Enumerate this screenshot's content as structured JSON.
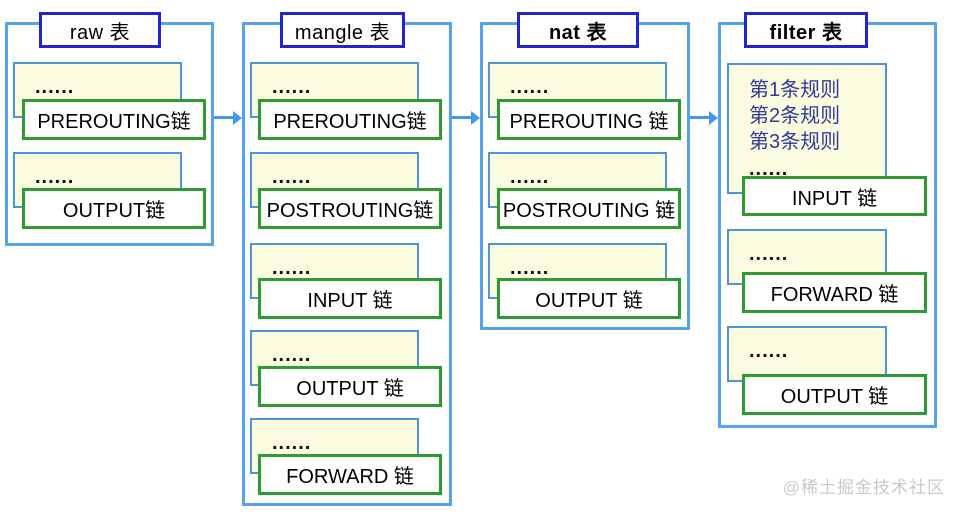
{
  "tables": [
    {
      "title": "raw 表",
      "groups": [
        {
          "dots": "......",
          "chain": "PREROUTING链"
        },
        {
          "dots": "......",
          "chain": "OUTPUT链"
        }
      ]
    },
    {
      "title": "mangle 表",
      "groups": [
        {
          "dots": "......",
          "chain": "PREROUTING链"
        },
        {
          "dots": "......",
          "chain": "POSTROUTING链"
        },
        {
          "dots": "......",
          "chain": "INPUT 链"
        },
        {
          "dots": "......",
          "chain": "OUTPUT 链"
        },
        {
          "dots": "......",
          "chain": "FORWARD 链"
        }
      ]
    },
    {
      "title": "nat 表",
      "groups": [
        {
          "dots": "......",
          "chain": "PREROUTING 链"
        },
        {
          "dots": "......",
          "chain": "POSTROUTING 链"
        },
        {
          "dots": "......",
          "chain": "OUTPUT 链"
        }
      ]
    },
    {
      "title": "filter 表",
      "groups": [
        {
          "rules": [
            "第1条规则",
            "第2条规则",
            "第3条规则"
          ],
          "dots": "......",
          "chain": "INPUT 链"
        },
        {
          "dots": "......",
          "chain": "FORWARD 链"
        },
        {
          "dots": "......",
          "chain": "OUTPUT 链"
        }
      ]
    }
  ],
  "watermark": "@稀土掘金技术社区",
  "colors": {
    "container_border": "#55a3ee",
    "title_border": "#2424cd",
    "chain_border": "#2e9b30",
    "rules_fill": "#fbfbdf",
    "rules_border": "#4d94d8",
    "arrow": "#4499ee",
    "rule_text": "#33399b",
    "watermark": "#c9c9c9"
  }
}
